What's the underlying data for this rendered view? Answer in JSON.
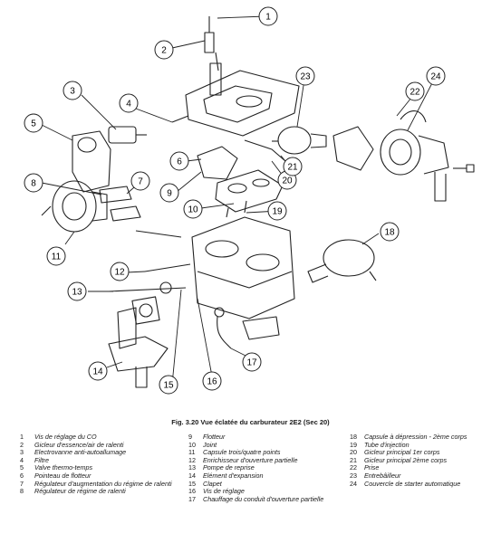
{
  "callouts": [
    "1",
    "2",
    "3",
    "4",
    "5",
    "6",
    "7",
    "8",
    "9",
    "10",
    "11",
    "12",
    "13",
    "14",
    "15",
    "16",
    "17",
    "18",
    "19",
    "20",
    "21",
    "22",
    "23",
    "24"
  ],
  "caption": "Fig. 3.20 Vue éclatée du carburateur 2E2 (Sec 20)",
  "legend": [
    {
      "num": "1",
      "text": "Vis de réglage du CO"
    },
    {
      "num": "2",
      "text": "Gicleur d'essence/air de ralenti"
    },
    {
      "num": "3",
      "text": "Electrovanne anti-autoallumage"
    },
    {
      "num": "4",
      "text": "Filtre"
    },
    {
      "num": "5",
      "text": "Valve thermo-temps"
    },
    {
      "num": "6",
      "text": "Pointeau de flotteur"
    },
    {
      "num": "7",
      "text": "Régulateur d'augmentation du régime de ralenti"
    },
    {
      "num": "8",
      "text": "Régulateur de régime de ralenti"
    },
    {
      "num": "9",
      "text": "Flotteur"
    },
    {
      "num": "10",
      "text": "Joint"
    },
    {
      "num": "11",
      "text": "Capsule trois/quatre points"
    },
    {
      "num": "12",
      "text": "Enrichisseur d'ouverture partielle"
    },
    {
      "num": "13",
      "text": "Pompe de reprise"
    },
    {
      "num": "14",
      "text": "Elément d'expansion"
    },
    {
      "num": "15",
      "text": "Clapet"
    },
    {
      "num": "16",
      "text": "Vis de réglage"
    },
    {
      "num": "17",
      "text": "Chauffage du conduit d'ouverture partielle"
    },
    {
      "num": "18",
      "text": "Capsule à dépression - 2ème corps"
    },
    {
      "num": "19",
      "text": "Tube d'injection"
    },
    {
      "num": "20",
      "text": "Gicleur principal 1er corps"
    },
    {
      "num": "21",
      "text": "Gicleur principal 2ème corps"
    },
    {
      "num": "22",
      "text": "Prise"
    },
    {
      "num": "23",
      "text": "Entrebâilleur"
    },
    {
      "num": "24",
      "text": "Couvercle de starter automatique"
    }
  ]
}
